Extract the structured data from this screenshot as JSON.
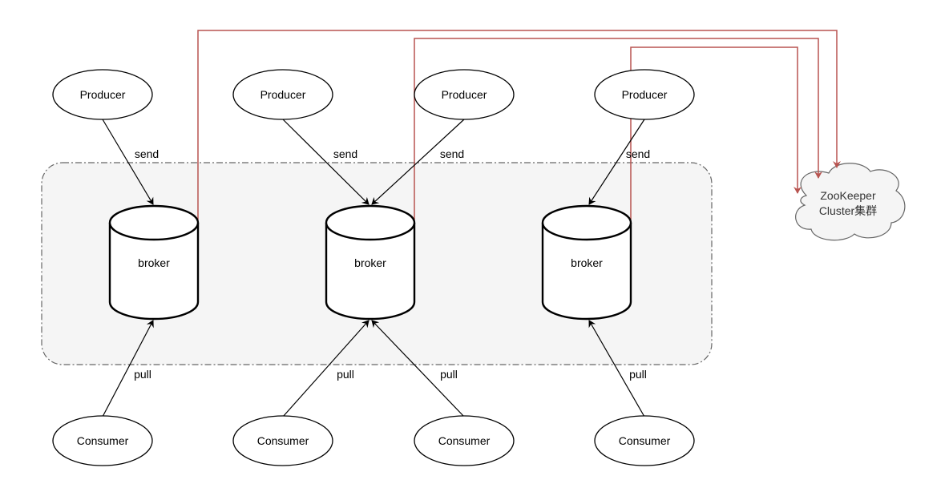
{
  "colors": {
    "background": "#ffffff",
    "cluster_fill": "#f5f5f5",
    "cluster_stroke": "#666666",
    "zk_link": "#b85450",
    "edge": "#000000",
    "cloud_text": "#333333"
  },
  "producers": [
    {
      "label": "Producer"
    },
    {
      "label": "Producer"
    },
    {
      "label": "Producer"
    },
    {
      "label": "Producer"
    }
  ],
  "consumers": [
    {
      "label": "Consumer"
    },
    {
      "label": "Consumer"
    },
    {
      "label": "Consumer"
    },
    {
      "label": "Consumer"
    }
  ],
  "brokers": [
    {
      "label": "broker"
    },
    {
      "label": "broker"
    },
    {
      "label": "broker"
    }
  ],
  "send_edges": [
    {
      "label": "send",
      "from_producer": 0,
      "to_broker": 0
    },
    {
      "label": "send",
      "from_producer": 1,
      "to_broker": 1
    },
    {
      "label": "send",
      "from_producer": 2,
      "to_broker": 1
    },
    {
      "label": "send",
      "from_producer": 3,
      "to_broker": 2
    }
  ],
  "pull_edges": [
    {
      "label": "pull",
      "from_consumer": 0,
      "to_broker": 0
    },
    {
      "label": "pull",
      "from_consumer": 1,
      "to_broker": 1
    },
    {
      "label": "pull",
      "from_consumer": 2,
      "to_broker": 1
    },
    {
      "label": "pull",
      "from_consumer": 3,
      "to_broker": 2
    }
  ],
  "zookeeper": {
    "line1": "ZooKeeper",
    "line2": "Cluster集群"
  }
}
